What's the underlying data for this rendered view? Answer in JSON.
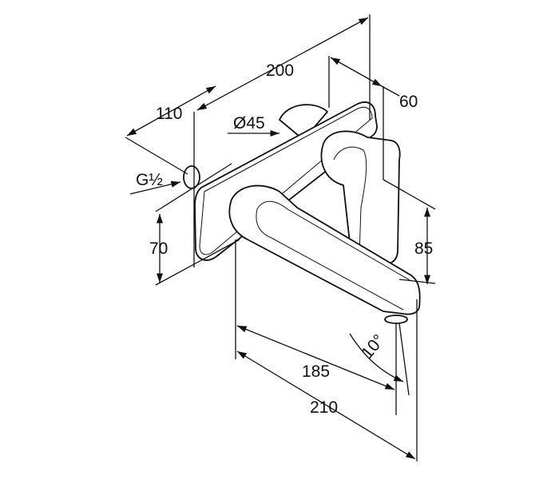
{
  "drawing": {
    "title": "Wall-mounted basin mixer dimension drawing",
    "dimensions": {
      "overall_depth": "200",
      "handle_depth": "60",
      "plate_depth": "110",
      "diameter": "Ø45",
      "thread": "G½",
      "spout_height": "70",
      "handle_height": "85",
      "spout_projection": "185",
      "total_projection": "210",
      "angle": "10°"
    },
    "line_color": "#111111",
    "background": "#ffffff"
  }
}
